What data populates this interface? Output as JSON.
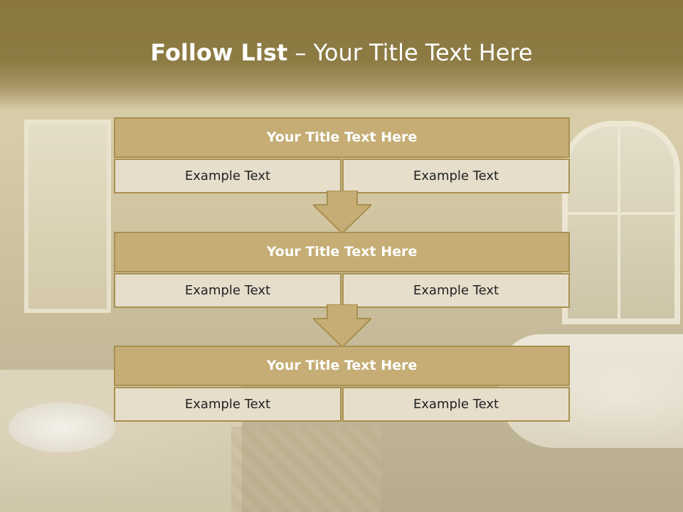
{
  "slide": {
    "title_bold": "Follow List",
    "title_rest": " – Your Title Text Here"
  },
  "steps": [
    {
      "title": "Your Title Text Here",
      "left": "Example Text",
      "right": "Example Text"
    },
    {
      "title": "Your Title Text Here",
      "left": "Example Text",
      "right": "Example Text"
    },
    {
      "title": "Your Title Text Here",
      "left": "Example Text",
      "right": "Example Text"
    }
  ],
  "colors": {
    "header_band": "#8a7840",
    "block_title_bg": "#c5ad75",
    "cell_bg": "#e6ddcb",
    "border": "#a8904f",
    "arrow": "#c5ad75"
  }
}
